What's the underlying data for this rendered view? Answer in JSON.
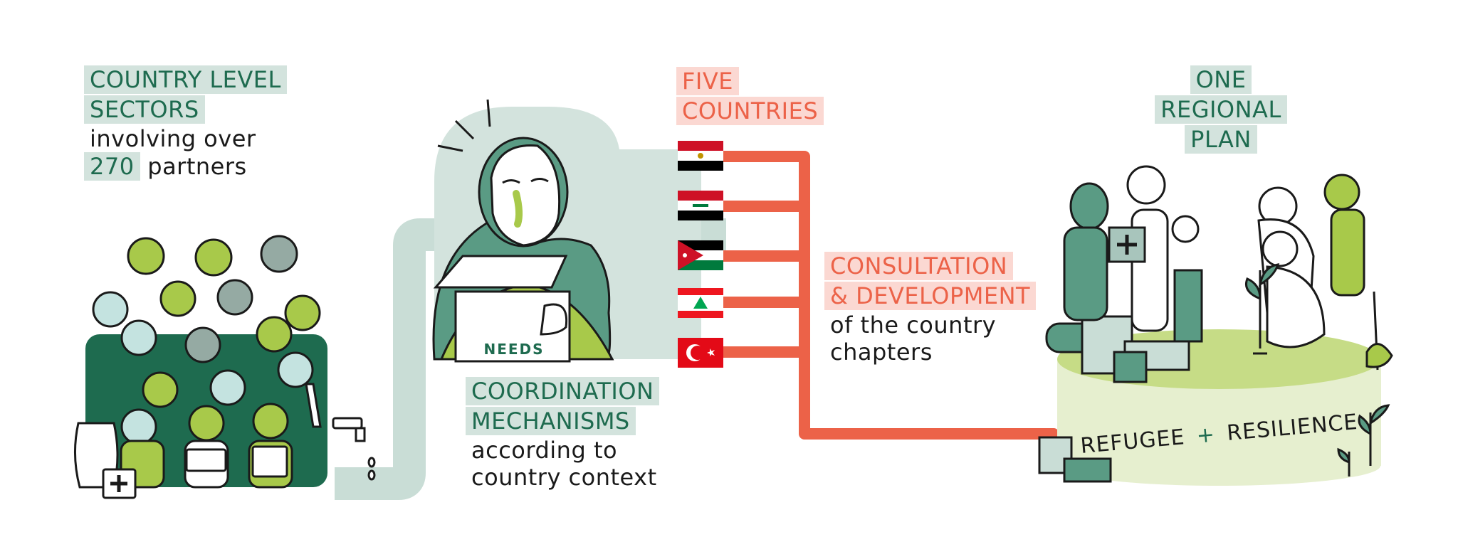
{
  "colors": {
    "accent_green": "#1e6b4f",
    "light_green_fill": "#d3e3dd",
    "lime": "#a8c94a",
    "coral": "#ec6248",
    "light_coral_fill": "#fbd8d2",
    "pipe": "#c9ddd6"
  },
  "sectors": {
    "heading_line1": "COUNTRY LEVEL",
    "heading_line2": "SECTORS",
    "text_line1": "involving over",
    "number": "270",
    "text_line2": "partners"
  },
  "coordination": {
    "box_label": "NEEDS",
    "heading_line1": "COORDINATION",
    "heading_line2": "MECHANISMS",
    "text_line1": "according to",
    "text_line2": "country context"
  },
  "countries": {
    "heading_line1": "FIVE",
    "heading_line2": "COUNTRIES",
    "flags": [
      "flag-egypt",
      "flag-iraq",
      "flag-jordan",
      "flag-lebanon",
      "flag-turkey"
    ]
  },
  "consultation": {
    "heading_line1": "CONSULTATION",
    "heading_line2": "& DEVELOPMENT",
    "text_line1": "of the country",
    "text_line2": "chapters"
  },
  "regional": {
    "heading_line1": "ONE",
    "heading_line2": "REGIONAL",
    "heading_line3": "PLAN",
    "platform_left": "REFUGEE",
    "platform_plus": "+",
    "platform_right": "RESILIENCE"
  }
}
